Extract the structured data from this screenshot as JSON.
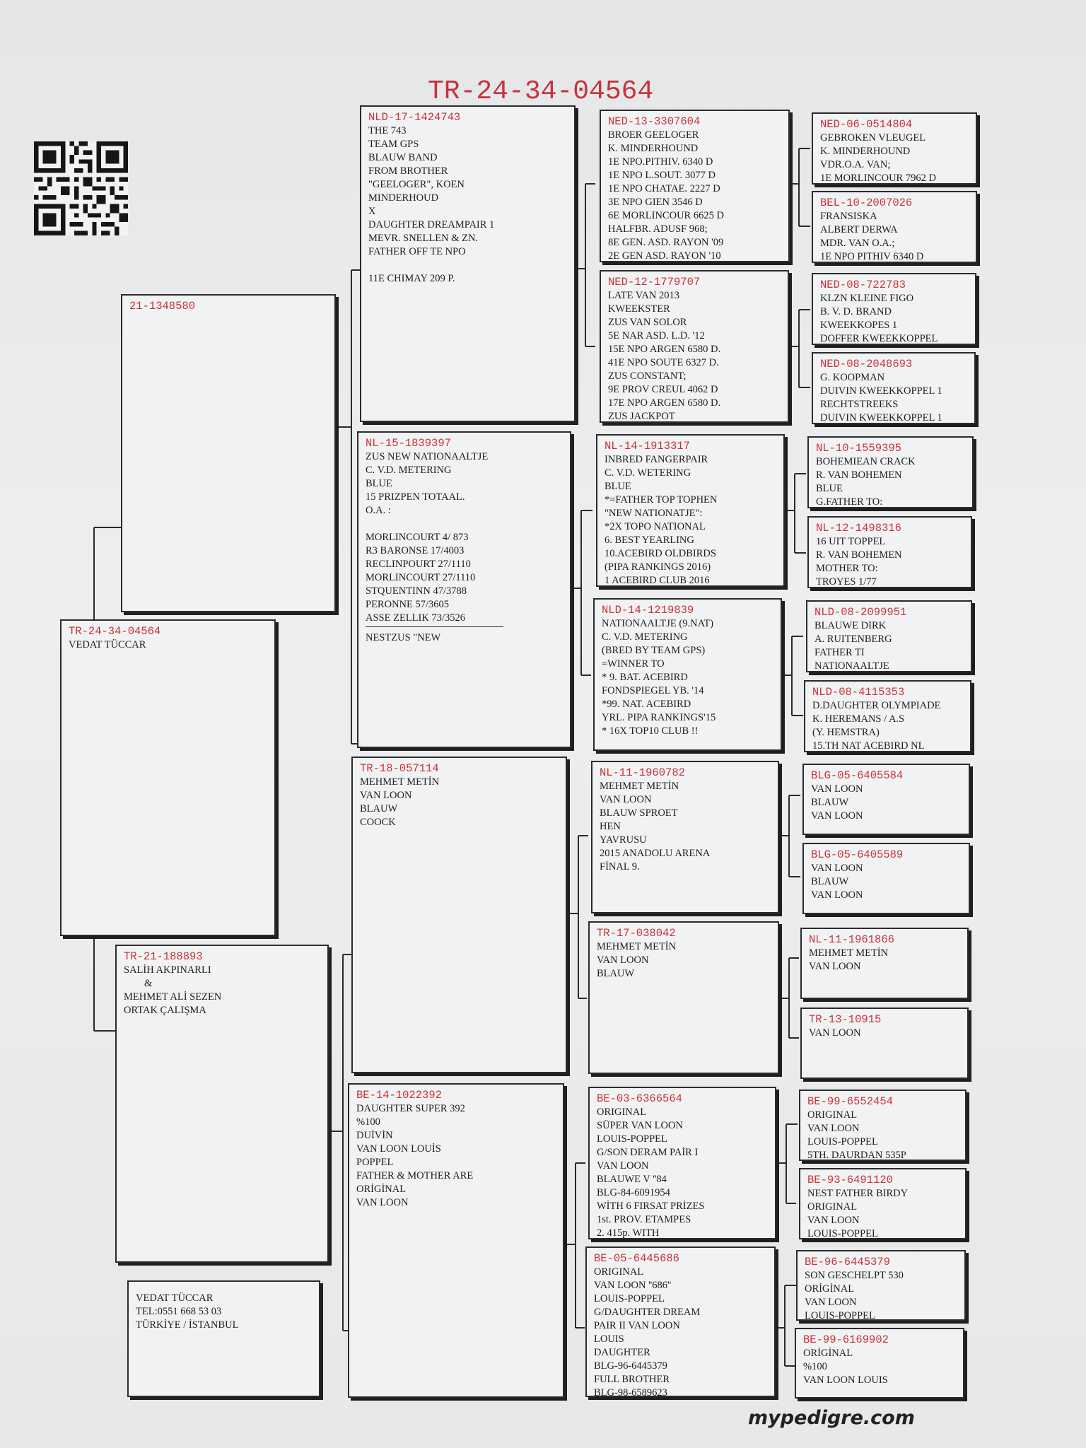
{
  "title": "TR-24-34-04564",
  "brand": "mypedigre.com",
  "contact": [
    "VEDAT TÜCCAR",
    "TEL:0551 668 53 03",
    "TÜRKİYE / İSTANBUL"
  ],
  "gen1": {
    "subject": {
      "ring": "TR-24-34-04564",
      "lines": [
        "VEDAT TÜCCAR"
      ]
    }
  },
  "gen2": [
    {
      "ring": "21-1348580",
      "lines": []
    },
    {
      "ring": "TR-21-188893",
      "lines": [
        "SALİH AKPINARLI",
        "        &",
        "MEHMET ALİ SEZEN",
        "ORTAK ÇALIŞMA"
      ]
    }
  ],
  "gen3": [
    {
      "ring": "NLD-17-1424743",
      "lines": [
        "THE 743",
        "TEAM GPS",
        "BLAUW BAND",
        "FROM BROTHER",
        "\"GEELOGER\", KOEN",
        "MINDERHOUD",
        "X",
        "DAUGHTER DREAMPAIR 1",
        "MEVR. SNELLEN & ZN.",
        "FATHER OFF TE NPO",
        "",
        "11E CHIMAY 209 P."
      ],
      "extra": []
    },
    {
      "ring": "NL-15-1839397",
      "lines": [
        "ZUS NEW NATIONAALTJE",
        "C. V.D. METERING",
        "BLUE",
        "15 PRIZPEN TOTAAL.",
        "O.A. :",
        "",
        "MORLINCOURT 4/ 873",
        "R3 BARONSE 17/4003",
        "RECLINPOURT 27/1110",
        "MORLINCOURT 27/1110",
        "STQUENTINN 47/3788",
        "PERONNE 57/3605",
        "ASSE ZELLIK 73/3526"
      ],
      "extra": [
        "NESTZUS \"NEW"
      ]
    },
    {
      "ring": "TR-18-057114",
      "lines": [
        "MEHMET METİN",
        "VAN LOON",
        "BLAUW",
        "COOCK"
      ],
      "extra": []
    },
    {
      "ring": "BE-14-1022392",
      "lines": [
        "DAUGHTER SUPER 392",
        "%100",
        "DUİVİN",
        "VAN LOON LOUİS",
        "POPPEL",
        "FATHER & MOTHER ARE",
        "ORİGİNAL",
        "VAN LOON"
      ],
      "extra": []
    }
  ],
  "gen4": [
    {
      "ring": "NED-13-3307604",
      "lines": [
        "BROER GEELOGER",
        "K. MINDERHOUND",
        "1E NPO.PITHIV. 6340 D",
        "1E NPO L.SOUT. 3077 D",
        "1E NPO CHATAE. 2227 D",
        "3E NPO GIEN 3546 D",
        "6E MORLINCOUR 6625 D",
        "HALFBR. ADUSF 968;",
        "8E GEN. ASD. RAYON '09",
        "2E GEN ASD. RAYON '10"
      ]
    },
    {
      "ring": "NED-12-1779707",
      "lines": [
        "LATE VAN 2013",
        "KWEEKSTER",
        "ZUS VAN SOLOR",
        "5E NAR ASD. L.D. '12",
        "15E NPO ARGEN 6580 D.",
        "41E NPO SOUTE 6327 D.",
        "ZUS CONSTANT;",
        "9E PROV CREUL 4062 D",
        "17E NPO ARGEN 6580 D.",
        "ZUS JACKPOT"
      ]
    },
    {
      "ring": "NL-14-1913317",
      "lines": [
        "INBRED FANGERPAIR",
        "C. V.D. WETERING",
        "BLUE",
        "*=FATHER TOP TOPHEN",
        "\"NEW NATIONATJE\":",
        "*2X TOPO NATIONAL",
        "6. BEST YEARLING",
        "10.ACEBIRD OLDBIRDS",
        "(PIPA RANKINGS 2016)",
        "1 ACEBIRD CLUB 2016"
      ]
    },
    {
      "ring": "NLD-14-1219839",
      "lines": [
        "NATIONAALTJE (9.NAT)",
        "C. V.D. METERING",
        "(BRED BY TEAM GPS)",
        "=WINNER TO",
        "* 9. BAT. ACEBIRD",
        "FONDSPIEGEL YB. '14",
        "*99. NAT. ACEBIRD",
        "YRL. PIPA RANKINGS'15",
        "* 16X TOP10 CLUB !!"
      ]
    },
    {
      "ring": "NL-11-1960782",
      "lines": [
        "MEHMET METİN",
        "VAN LOON",
        "BLAUW SPROET",
        "HEN",
        "YAVRUSU",
        "2015 ANADOLU ARENA",
        "FİNAL 9."
      ]
    },
    {
      "ring": "TR-17-038042",
      "lines": [
        "MEHMET METİN",
        "VAN LOON",
        "BLAUW"
      ]
    },
    {
      "ring": "BE-03-6366564",
      "lines": [
        "ORIGINAL",
        "SÜPER VAN LOON",
        "LOUIS-POPPEL",
        "G/SON DERAM PAİR I",
        "VAN LOON",
        "BLAUWE V ''84",
        "BLG-84-6091954",
        "WİTH 6 FIRSAT PRİZES",
        "1st. PROV. ETAMPES",
        "2. 415p. WITH"
      ]
    },
    {
      "ring": "BE-05-6445686",
      "lines": [
        "ORIGINAL",
        "VAN LOON ''686''",
        "LOUIS-POPPEL",
        "G/DAUGHTER DREAM",
        "PAIR II VAN LOON",
        "LOUIS",
        "DAUGHTER",
        "BLG-96-6445379",
        "FULL BROTHER",
        "BLG-98-6589623"
      ]
    }
  ],
  "gen5": [
    {
      "ring": "NED-06-0514804",
      "lines": [
        "GEBROKEN VLEUGEL",
        "K. MINDERHOUND",
        "VDR.O.A. VAN;",
        "1E MORLINCOUR 7962 D"
      ]
    },
    {
      "ring": "BEL-10-2007026",
      "lines": [
        "FRANSISKA",
        "ALBERT DERWA",
        "MDR. VAN O.A.;",
        "1E NPO PITHIV 6340 D"
      ]
    },
    {
      "ring": "NED-08-722783",
      "lines": [
        "KLZN KLEINE FIGO",
        "B. V. D. BRAND",
        "KWEEKKOPES 1",
        "DOFFER KWEEKKOPPEL"
      ]
    },
    {
      "ring": "NED-08-2048693",
      "lines": [
        "G. KOOPMAN",
        "DUIVIN KWEEKKOPPEL 1",
        "RECHTSTREEKS",
        "DUIVIN KWEEKKOPPEL 1"
      ]
    },
    {
      "ring": "NL-10-1559395",
      "lines": [
        "BOHEMIEAN CRACK",
        "R. VAN BOHEMEN",
        "BLUE",
        "G.FATHER TO:"
      ]
    },
    {
      "ring": "NL-12-1498316",
      "lines": [
        "16 UIT TOPPEL",
        "R. VAN BOHEMEN",
        "MOTHER TO:",
        "TROYES 1/77"
      ]
    },
    {
      "ring": "NLD-08-2099951",
      "lines": [
        "BLAUWE DIRK",
        "A. RUITENBERG",
        "FATHER TI",
        "NATIONAALTJE"
      ]
    },
    {
      "ring": "NLD-08-4115353",
      "lines": [
        "D.DAUGHTER OLYMPIADE",
        "K. HEREMANS / A.S",
        "(Y. HEMSTRA)",
        "15.TH NAT ACEBIRD NL"
      ]
    },
    {
      "ring": "BLG-05-6405584",
      "lines": [
        "VAN LOON",
        "BLAUW",
        "VAN LOON"
      ]
    },
    {
      "ring": "BLG-05-6405589",
      "lines": [
        "VAN LOON",
        "BLAUW",
        "VAN LOON"
      ]
    },
    {
      "ring": "NL-11-1961866",
      "lines": [
        "MEHMET METİN",
        "VAN LOON"
      ]
    },
    {
      "ring": "TR-13-10915",
      "lines": [
        "VAN LOON"
      ]
    },
    {
      "ring": "BE-99-6552454",
      "lines": [
        "ORIGINAL",
        "VAN LOON",
        "LOUIS-POPPEL",
        "5TH. DAURDAN 535P"
      ]
    },
    {
      "ring": "BE-93-6491120",
      "lines": [
        "NEST FATHER BIRDY",
        "ORIGINAL",
        "VAN LOON",
        "LOUIS-POPPEL"
      ]
    },
    {
      "ring": "BE-96-6445379",
      "lines": [
        "SON GESCHELPT 530",
        "ORİGİNAL",
        "VAN LOON",
        "LOUIS-POPPEL"
      ]
    },
    {
      "ring": "BE-99-6169902",
      "lines": [
        "ORİGİNAL",
        "%100",
        "VAN LOON LOUIS"
      ]
    }
  ]
}
